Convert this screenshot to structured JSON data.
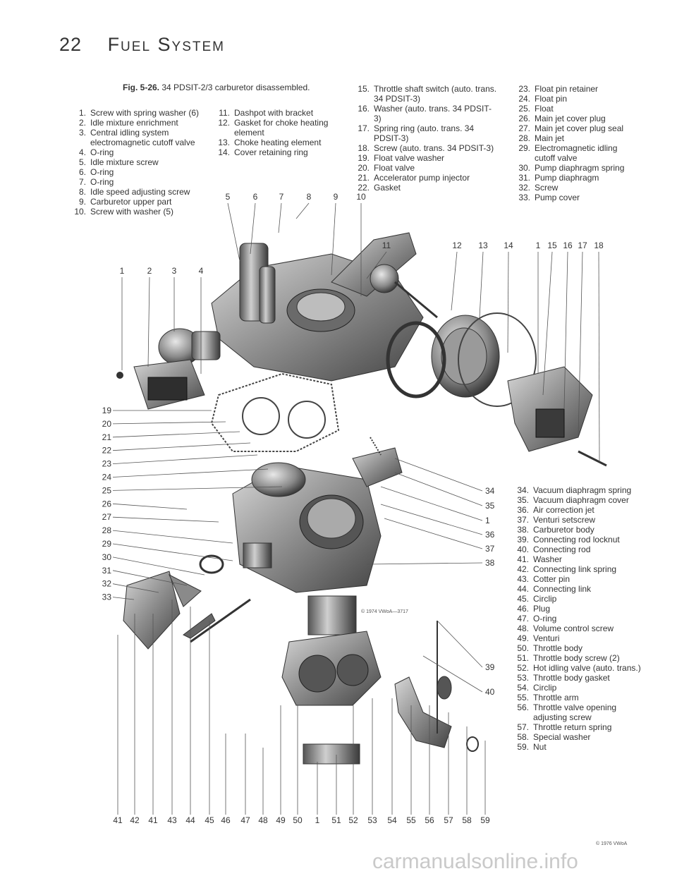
{
  "page": {
    "number": "22",
    "section_title": "Fuel System"
  },
  "figure": {
    "label": "Fig. 5-26.",
    "caption": "34 PDSIT-2/3 carburetor disassembled."
  },
  "legend_a": [
    {
      "n": "1.",
      "t": "Screw with spring washer (6)"
    },
    {
      "n": "2.",
      "t": "Idle mixture enrichment"
    },
    {
      "n": "3.",
      "t": "Central idling system electromagnetic cutoff valve"
    },
    {
      "n": "4.",
      "t": "O-ring"
    },
    {
      "n": "5.",
      "t": "Idle mixture screw"
    },
    {
      "n": "6.",
      "t": "O-ring"
    },
    {
      "n": "7.",
      "t": "O-ring"
    },
    {
      "n": "8.",
      "t": "Idle speed adjusting screw"
    },
    {
      "n": "9.",
      "t": "Carburetor upper part"
    },
    {
      "n": "10.",
      "t": "Screw with washer (5)"
    }
  ],
  "legend_b": [
    {
      "n": "11.",
      "t": "Dashpot with bracket"
    },
    {
      "n": "12.",
      "t": "Gasket for choke heating element"
    },
    {
      "n": "13.",
      "t": "Choke heating element"
    },
    {
      "n": "14.",
      "t": "Cover retaining ring"
    }
  ],
  "legend_c": [
    {
      "n": "15.",
      "t": "Throttle shaft switch (auto. trans. 34 PDSIT-3)"
    },
    {
      "n": "16.",
      "t": "Washer (auto. trans. 34 PDSIT-3)"
    },
    {
      "n": "17.",
      "t": "Spring ring (auto. trans. 34 PDSIT-3)"
    },
    {
      "n": "18.",
      "t": "Screw (auto. trans. 34 PDSIT-3)"
    },
    {
      "n": "19.",
      "t": "Float valve washer"
    },
    {
      "n": "20.",
      "t": "Float valve"
    },
    {
      "n": "21.",
      "t": "Accelerator pump injector"
    },
    {
      "n": "22.",
      "t": "Gasket"
    }
  ],
  "legend_d": [
    {
      "n": "23.",
      "t": "Float pin retainer"
    },
    {
      "n": "24.",
      "t": "Float pin"
    },
    {
      "n": "25.",
      "t": "Float"
    },
    {
      "n": "26.",
      "t": "Main jet cover plug"
    },
    {
      "n": "27.",
      "t": "Main jet cover plug seal"
    },
    {
      "n": "28.",
      "t": "Main jet"
    },
    {
      "n": "29.",
      "t": "Electromagnetic idling cutoff valve"
    },
    {
      "n": "30.",
      "t": "Pump diaphragm spring"
    },
    {
      "n": "31.",
      "t": "Pump diaphragm"
    },
    {
      "n": "32.",
      "t": "Screw"
    },
    {
      "n": "33.",
      "t": "Pump cover"
    }
  ],
  "legend_e": [
    {
      "n": "34.",
      "t": "Vacuum diaphragm spring"
    },
    {
      "n": "35.",
      "t": "Vacuum diaphragm cover"
    },
    {
      "n": "36.",
      "t": "Air correction jet"
    },
    {
      "n": "37.",
      "t": "Venturi setscrew"
    },
    {
      "n": "38.",
      "t": "Carburetor body"
    },
    {
      "n": "39.",
      "t": "Connecting rod locknut"
    },
    {
      "n": "40.",
      "t": "Connecting rod"
    },
    {
      "n": "41.",
      "t": "Washer"
    },
    {
      "n": "42.",
      "t": "Connecting link spring"
    },
    {
      "n": "43.",
      "t": "Cotter pin"
    },
    {
      "n": "44.",
      "t": "Connecting link"
    },
    {
      "n": "45.",
      "t": "Circlip"
    },
    {
      "n": "46.",
      "t": "Plug"
    },
    {
      "n": "47.",
      "t": "O-ring"
    },
    {
      "n": "48.",
      "t": "Volume control screw"
    },
    {
      "n": "49.",
      "t": "Venturi"
    },
    {
      "n": "50.",
      "t": "Throttle body"
    },
    {
      "n": "51.",
      "t": "Throttle body screw (2)"
    },
    {
      "n": "52.",
      "t": "Hot idling valve (auto. trans.)"
    },
    {
      "n": "53.",
      "t": "Throttle body gasket"
    },
    {
      "n": "54.",
      "t": "Circlip"
    },
    {
      "n": "55.",
      "t": "Throttle arm"
    },
    {
      "n": "56.",
      "t": "Throttle valve opening adjusting screw"
    },
    {
      "n": "57.",
      "t": "Throttle return spring"
    },
    {
      "n": "58.",
      "t": "Special washer"
    },
    {
      "n": "59.",
      "t": "Nut"
    }
  ],
  "callouts": {
    "top_a": [
      "5",
      "6",
      "7",
      "8",
      "9",
      "10"
    ],
    "top_b": [
      "1",
      "2",
      "3",
      "4"
    ],
    "top_c": [
      "11",
      "12",
      "13",
      "14",
      "1",
      "15",
      "16",
      "17",
      "18"
    ],
    "left": [
      "19",
      "20",
      "21",
      "22",
      "23",
      "24",
      "25",
      "26",
      "27",
      "28",
      "29",
      "30",
      "31",
      "32",
      "33"
    ],
    "right": [
      "34",
      "35",
      "1",
      "36",
      "37",
      "38",
      "39",
      "40"
    ],
    "bottom": [
      "41",
      "42",
      "41",
      "43",
      "44",
      "45",
      "46",
      "47",
      "48",
      "49",
      "50",
      "1",
      "51",
      "52",
      "53",
      "54",
      "55",
      "56",
      "57",
      "58",
      "59"
    ]
  },
  "credits": {
    "diagram": "© 1974 VWoA—3717",
    "page": "© 1976 VWoA"
  },
  "watermark": "carmanualsonline.info"
}
